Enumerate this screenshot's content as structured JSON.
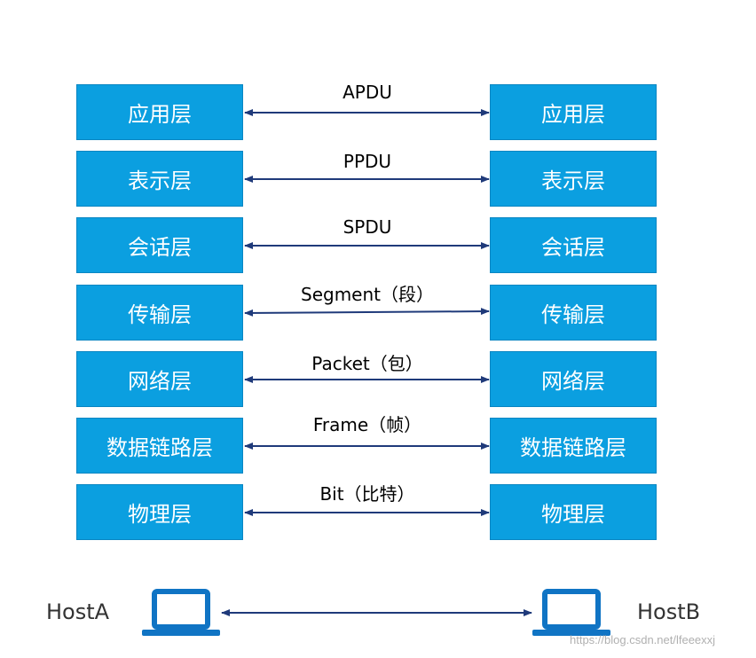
{
  "layers": [
    {
      "name": "应用层",
      "pdu": "APDU"
    },
    {
      "name": "表示层",
      "pdu": "PPDU"
    },
    {
      "name": "会话层",
      "pdu": "SPDU"
    },
    {
      "name": "传输层",
      "pdu": "Segment（段）"
    },
    {
      "name": "网络层",
      "pdu": "Packet（包）"
    },
    {
      "name": "数据链路层",
      "pdu": "Frame（帧）"
    },
    {
      "name": "物理层",
      "pdu": "Bit（比特）"
    }
  ],
  "hosts": {
    "left": "HostA",
    "right": "HostB"
  },
  "watermark": "https://blog.csdn.net/lfeeexxj",
  "colors": {
    "box": "#0b9fe0",
    "arrow": "#1f3a7a",
    "laptop": "#1074c4"
  },
  "icons": {
    "host": "laptop-icon"
  }
}
